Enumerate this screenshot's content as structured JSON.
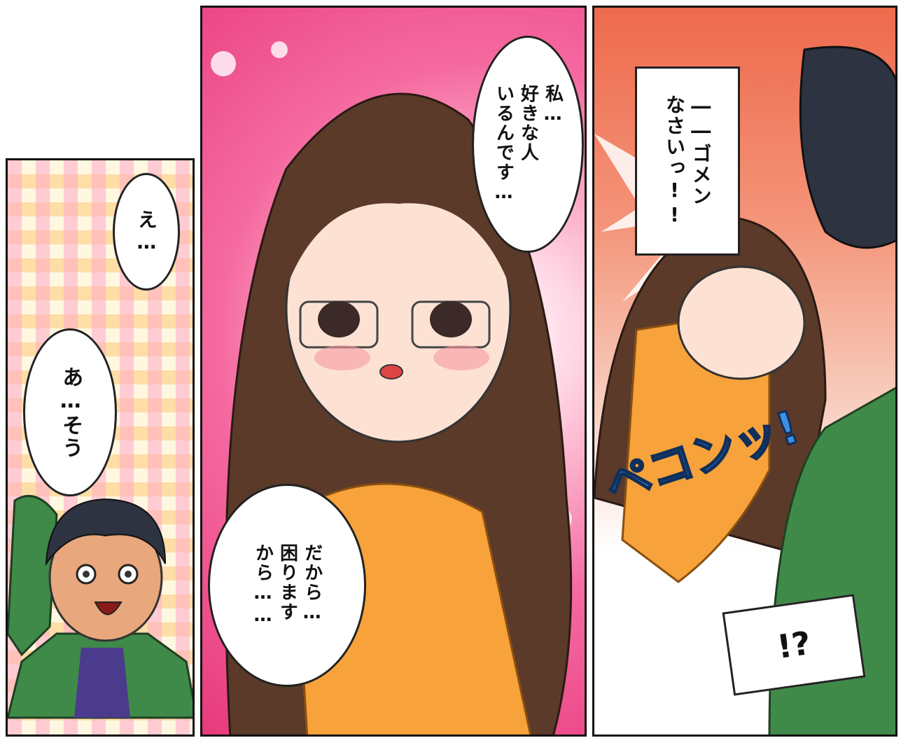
{
  "panels": {
    "p1": {
      "bubble_top": "え…",
      "bubble_bottom": "あ…そう"
    },
    "p2": {
      "bubble_top": "私…\n好きな人\nいるんです…",
      "bubble_bottom": "だから…\n困ります\nから……"
    },
    "p3": {
      "caption": "――ゴメン\nなさいっ!!",
      "sfx": "ペコンッ!",
      "reaction": "!?"
    }
  },
  "colors": {
    "panel1_pink": "#ffaac8",
    "panel1_orange": "#ffc878",
    "panel2_magenta": "#e83a7c",
    "panel3_red": "#ee6a4d",
    "sfx_blue": "#3f8fe6",
    "dress_orange": "#f7a23a",
    "shirt_green": "#3f8a48",
    "hair_brown": "#5b3a2a"
  }
}
